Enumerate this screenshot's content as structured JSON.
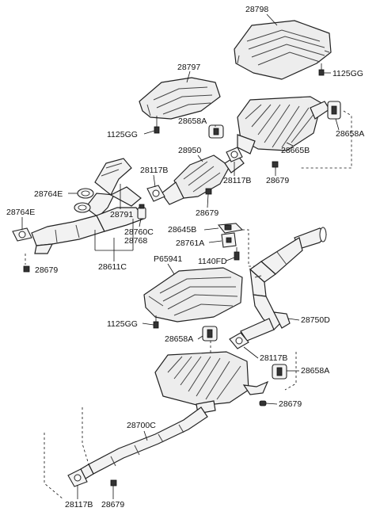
{
  "diagram": {
    "labels": {
      "l28798": "28798",
      "l1125gg_a": "1125GG",
      "l28797": "28797",
      "l28658a_a": "28658A",
      "l1125gg_b": "1125GG",
      "l28658a_b": "28658A",
      "l28665b": "28665B",
      "l28950": "28950",
      "l28117b_a": "28117B",
      "l28117b_b": "28117B",
      "l28679_a": "28679",
      "l28764e_a": "28764E",
      "l28791": "28791",
      "l28679_b": "28679",
      "l28764e_b": "28764E",
      "l28760c": "28760C",
      "l28768": "28768",
      "l28645b": "28645B",
      "l28761a": "28761A",
      "l28679_c": "28679",
      "l28611c": "28611C",
      "lp65941": "P65941",
      "l1140fd": "1140FD",
      "l28750d": "28750D",
      "l1125gg_c": "1125GG",
      "l28658a_c": "28658A",
      "l28117b_c": "28117B",
      "l28658a_d": "28658A",
      "l28679_d": "28679",
      "l28700c": "28700C",
      "l28117b_d": "28117B",
      "l28679_e": "28679"
    }
  }
}
